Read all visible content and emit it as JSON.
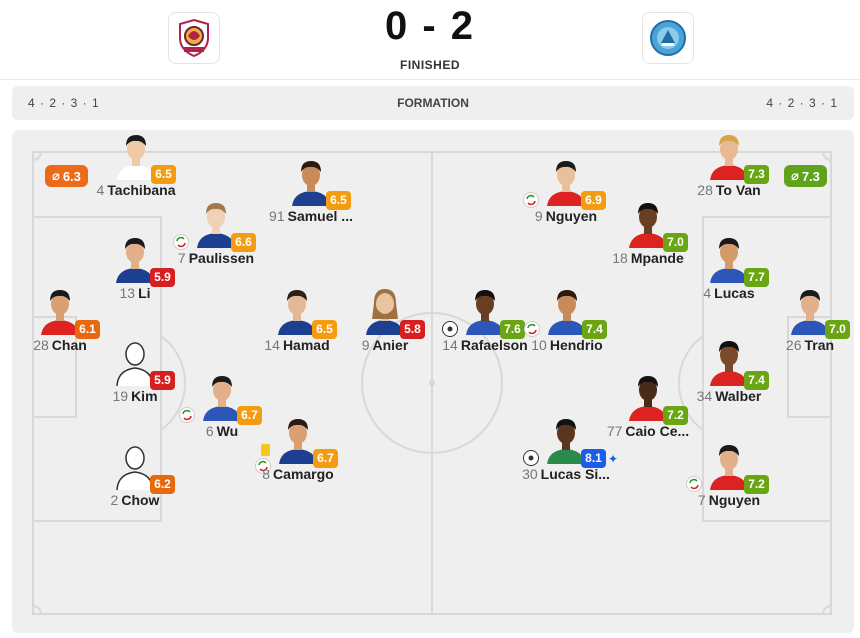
{
  "match": {
    "score": "0 - 2",
    "status": "FINISHED",
    "home_logo_icon": "shield-dragon-crest-icon",
    "away_logo_icon": "round-blue-crest-icon"
  },
  "formation": {
    "home": "4 · 2 · 3 · 1",
    "title": "FORMATION",
    "away": "4 · 2 · 3 · 1"
  },
  "averages": {
    "home": "6.3",
    "away": "7.3",
    "home_color": "#ee6a1b",
    "away_color": "#5fa31c"
  },
  "players": [
    {
      "num": "4",
      "name": "Tachibana",
      "rating": "6.5"
    },
    {
      "num": "91",
      "name": "Samuel ...",
      "rating": "6.5"
    },
    {
      "num": "7",
      "name": "Paulissen",
      "rating": "6.6"
    },
    {
      "num": "13",
      "name": "Li",
      "rating": "5.9"
    },
    {
      "num": "28",
      "name": "Chan",
      "rating": "6.1"
    },
    {
      "num": "14",
      "name": "Hamad",
      "rating": "6.5"
    },
    {
      "num": "9",
      "name": "Anier",
      "rating": "5.8"
    },
    {
      "num": "19",
      "name": "Kim",
      "rating": "5.9"
    },
    {
      "num": "6",
      "name": "Wu",
      "rating": "6.7"
    },
    {
      "num": "8",
      "name": "Camargo",
      "rating": "6.7"
    },
    {
      "num": "2",
      "name": "Chow",
      "rating": "6.2"
    },
    {
      "num": "28",
      "name": "To Van",
      "rating": "7.3"
    },
    {
      "num": "9",
      "name": "Nguyen",
      "rating": "6.9"
    },
    {
      "num": "18",
      "name": "Mpande",
      "rating": "7.0"
    },
    {
      "num": "4",
      "name": "Lucas",
      "rating": "7.7"
    },
    {
      "num": "26",
      "name": "Tran",
      "rating": "7.0"
    },
    {
      "num": "14",
      "name": "Rafaelson",
      "rating": "7.6"
    },
    {
      "num": "10",
      "name": "Hendrio",
      "rating": "7.4"
    },
    {
      "num": "34",
      "name": "Walber",
      "rating": "7.4"
    },
    {
      "num": "77",
      "name": "Caio Ce...",
      "rating": "7.2"
    },
    {
      "num": "30",
      "name": "Lucas Si...",
      "rating": "8.1"
    },
    {
      "num": "7",
      "name": "Nguyen",
      "rating": "7.2"
    }
  ]
}
